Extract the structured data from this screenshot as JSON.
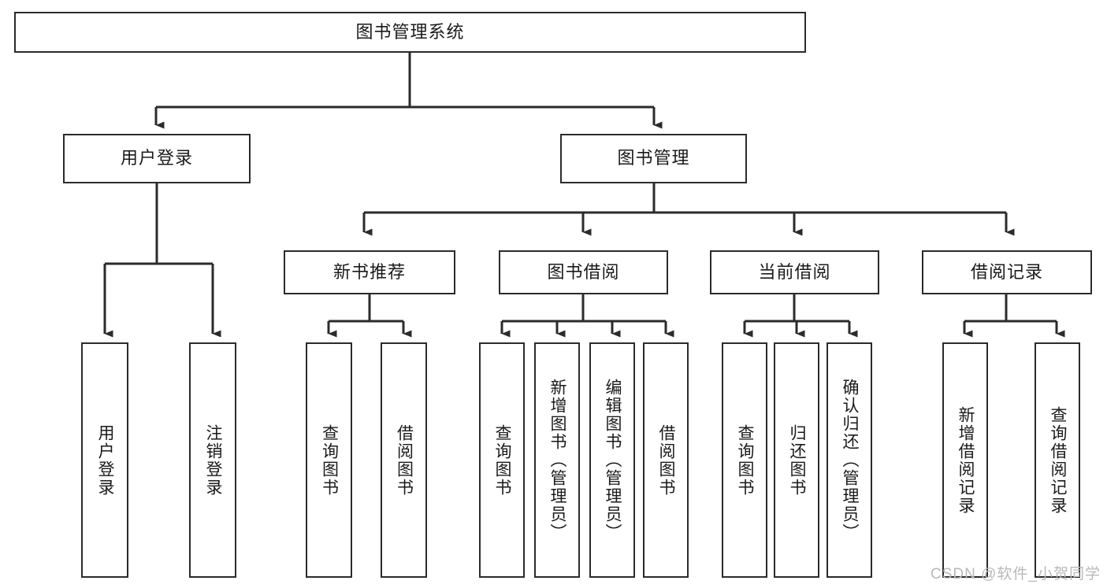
{
  "diagram": {
    "type": "tree-hierarchy",
    "title": "图书管理系统",
    "colors": {
      "box_border": "#2b2b2b",
      "box_fill": "#ffffff",
      "connector": "#2b2b2b",
      "text": "#1a1a1a",
      "watermark": "#b9b9b9",
      "background": "#ffffff"
    },
    "root": {
      "label": "图书管理系统"
    },
    "level2": [
      {
        "label": "用户登录"
      },
      {
        "label": "图书管理"
      }
    ],
    "level3": [
      {
        "label": "新书推荐"
      },
      {
        "label": "图书借阅"
      },
      {
        "label": "当前借阅"
      },
      {
        "label": "借阅记录"
      }
    ],
    "leaves": {
      "user_login": [
        {
          "label": "用户登录"
        },
        {
          "label": "注销登录"
        }
      ],
      "new_book_recommend": [
        {
          "label": "查询图书"
        },
        {
          "label": "借阅图书"
        }
      ],
      "book_borrow": [
        {
          "label": "查询图书"
        },
        {
          "label": "新增图书（管理员）"
        },
        {
          "label": "编辑图书（管理员）"
        },
        {
          "label": "借阅图书"
        }
      ],
      "current_borrow": [
        {
          "label": "查询图书"
        },
        {
          "label": "归还图书"
        },
        {
          "label": "确认归还（管理员）"
        }
      ],
      "borrow_record": [
        {
          "label": "新增借阅记录"
        },
        {
          "label": "查询借阅记录"
        }
      ]
    }
  },
  "watermark": {
    "text": "CSDN @软件_小贺同学"
  }
}
